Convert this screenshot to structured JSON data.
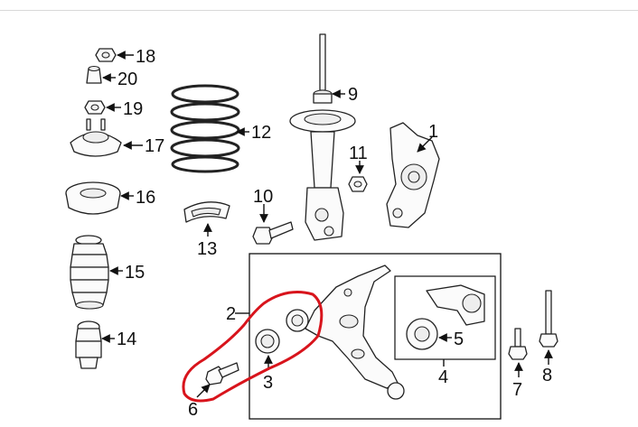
{
  "diagram": {
    "callouts": [
      {
        "id": "1",
        "label": "1"
      },
      {
        "id": "2",
        "label": "2"
      },
      {
        "id": "3",
        "label": "3"
      },
      {
        "id": "4",
        "label": "4"
      },
      {
        "id": "5",
        "label": "5"
      },
      {
        "id": "6",
        "label": "6"
      },
      {
        "id": "7",
        "label": "7"
      },
      {
        "id": "8",
        "label": "8"
      },
      {
        "id": "9",
        "label": "9"
      },
      {
        "id": "10",
        "label": "10"
      },
      {
        "id": "11",
        "label": "11"
      },
      {
        "id": "12",
        "label": "12"
      },
      {
        "id": "13",
        "label": "13"
      },
      {
        "id": "14",
        "label": "14"
      },
      {
        "id": "15",
        "label": "15"
      },
      {
        "id": "16",
        "label": "16"
      },
      {
        "id": "17",
        "label": "17"
      },
      {
        "id": "18",
        "label": "18"
      },
      {
        "id": "19",
        "label": "19"
      },
      {
        "id": "20",
        "label": "20"
      }
    ],
    "annotation_color": "#d8141c",
    "line_color": "#111111"
  }
}
